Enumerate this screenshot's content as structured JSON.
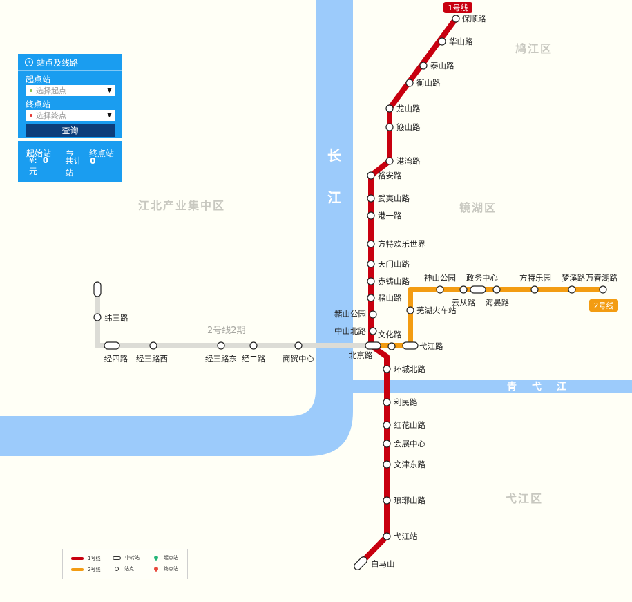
{
  "districts": [
    "鸠江区",
    "江北产业集中区",
    "镜湖区",
    "弋江区"
  ],
  "rivers": {
    "main_chars": [
      "长",
      "江"
    ],
    "side": "青弋江"
  },
  "lines": {
    "line1": {
      "badge": "1号线",
      "color": "#c8000f"
    },
    "line2": {
      "badge": "2号线",
      "color": "#f39c12"
    },
    "line2p2": {
      "label": "2号线2期",
      "color": "#dcdcd6"
    }
  },
  "stations": {
    "baoshun": "保顺路",
    "huashan": "华山路",
    "taishan": "泰山路",
    "hengshan": "衡山路",
    "longshan": "龙山路",
    "aoshan": "簸山路",
    "gangwan": "港湾路",
    "yuan": "裕安路",
    "wuyishan": "武夷山路",
    "gangyi": "港一路",
    "fangte": "方特欢乐世界",
    "tianmen": "天门山路",
    "chizhu": "赤铸山路",
    "zheshan": "赭山路",
    "zheshan_park": "赭山公园",
    "zhongshan_n": "中山北路",
    "wenhua": "文化路",
    "beijing": "北京路",
    "huancheng_n": "环城北路",
    "limin": "利民路",
    "honghua": "红花山路",
    "huizhan": "会展中心",
    "wenjin_e": "文津东路",
    "langya": "琅琊山路",
    "yijiang_st": "弋江站",
    "baimashan": "白马山",
    "shenshan_park": "神山公园",
    "yuncong": "云从路",
    "zhengwu": "政务中心",
    "haiyan": "海晏路",
    "fangte_park": "方特乐园",
    "mengxi": "梦溪路",
    "wanchunhu": "万春湖路",
    "wuhu_rail": "芜湖火车站",
    "yijiang_rd": "弋江路",
    "weisan": "纬三路",
    "jingsi": "经四路",
    "jingsan_w": "经三路西",
    "jingsan_e": "经三路东",
    "jinger": "经二路",
    "shangmao": "商贸中心"
  },
  "panel": {
    "title": "站点及线路",
    "start_label": "起点站",
    "start_placeholder": "选择起点",
    "end_label": "终点站",
    "end_placeholder": "选择终点",
    "query": "查询",
    "from": "起始站",
    "swap": "⇋",
    "to": "终点站",
    "fare_label": "¥:",
    "fare_value": "0",
    "fare_unit": "元",
    "total_label": "共计",
    "total_value": "0",
    "total_unit": "站",
    "start_dot_color": "#8bc34a",
    "end_dot_color": "#e53935"
  },
  "legend": {
    "line1": "1号线",
    "line2": "2号线",
    "transfer": "中转站",
    "station": "站点",
    "start": "起点站",
    "end": "终点站",
    "start_color": "#26b67a",
    "end_color": "#e8483c"
  },
  "colors": {
    "water": "#9ccbfb",
    "background": "#fffff6"
  }
}
